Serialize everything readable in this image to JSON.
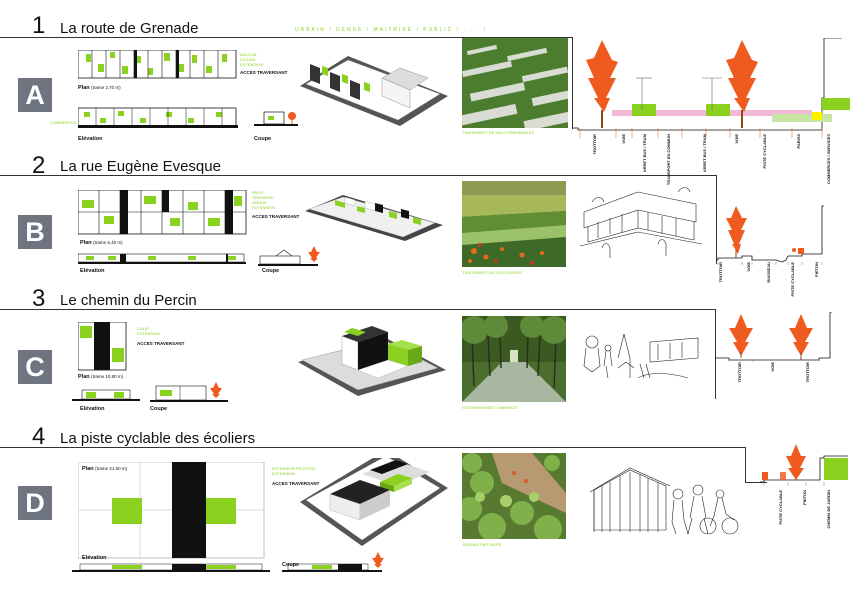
{
  "tagline": "URBAIN / DENSE / MAITRISE / PUBLIC / . . . /",
  "sections": [
    {
      "num": "1",
      "title": "La route de Grenade",
      "letter": "A",
      "plan": "Plan",
      "trame": "(trame 2,70 m)",
      "elevation": "Elévation",
      "coupe": "Coupe",
      "commerces": "COMMERCES",
      "legend": [
        "BALCON",
        "LOGGIA",
        "EXTENSION"
      ],
      "acces": "ACCES TRAVERSANT",
      "photo_caption": "TRAITEMENT DE SOLS PERMÉABLES",
      "street": [
        "TROTTOIR",
        "VOIE",
        "ARRET BUS / TRAM",
        "TRANSPORT EN COMMUN",
        "ARRET BUS / TRAM",
        "VOIE",
        "PISTE CYCLABLE",
        "PARVIS",
        "COMMERCES / SERVICES"
      ]
    },
    {
      "num": "2",
      "title": "La rue Eugène Evesque",
      "letter": "B",
      "plan": "Plan",
      "trame": "(trame 5,40 m)",
      "elevation": "Elévation",
      "coupe": "Coupe",
      "legend": [
        "PATIO",
        "TERRASSE",
        "JARDIN",
        "EXTENSION"
      ],
      "acces": "ACCES TRAVERSANT",
      "photo_caption": "TRAITEMENT DE SOLS DIVERS",
      "street": [
        "TROTTOIR",
        "VOIE",
        "RUISSEAU",
        "PISTE CYCLABLE",
        "PIETON"
      ]
    },
    {
      "num": "3",
      "title": "Le chemin du Percin",
      "letter": "C",
      "plan": "Plan",
      "trame": "(trame 10,80 m)",
      "elevation": "Elévation",
      "coupe": "Coupe",
      "legend": [
        "COUR",
        "EXTENSION"
      ],
      "acces": "ACCES TRAVERSANT",
      "photo_caption": "STATIONNEMENT OMBRAGÉ",
      "street": [
        "TROTTOIR",
        "VOIE",
        "TROTTOIR"
      ]
    },
    {
      "num": "4",
      "title": "La piste cyclable des écoliers",
      "letter": "D",
      "plan": "Plan",
      "trame": "(trame 21,60 m)",
      "elevation": "Elévation",
      "coupe": "Coupe",
      "legend": [
        "EXTERIEUR PROTEGE",
        "EXTENSION"
      ],
      "acces": "ACCES TRAVERSANT",
      "photo_caption": "JARDINS PARTAGÉS",
      "street": [
        "PISTE CYCLABLE",
        "PIETON",
        "CHEMIN DE JARDIN"
      ]
    }
  ],
  "colors": {
    "green": "#8ad21f",
    "black": "#111111",
    "tree": "#ef5a1e",
    "badge": "#6e7580",
    "pink": "#f2b8d6",
    "yellow": "#fff200"
  }
}
